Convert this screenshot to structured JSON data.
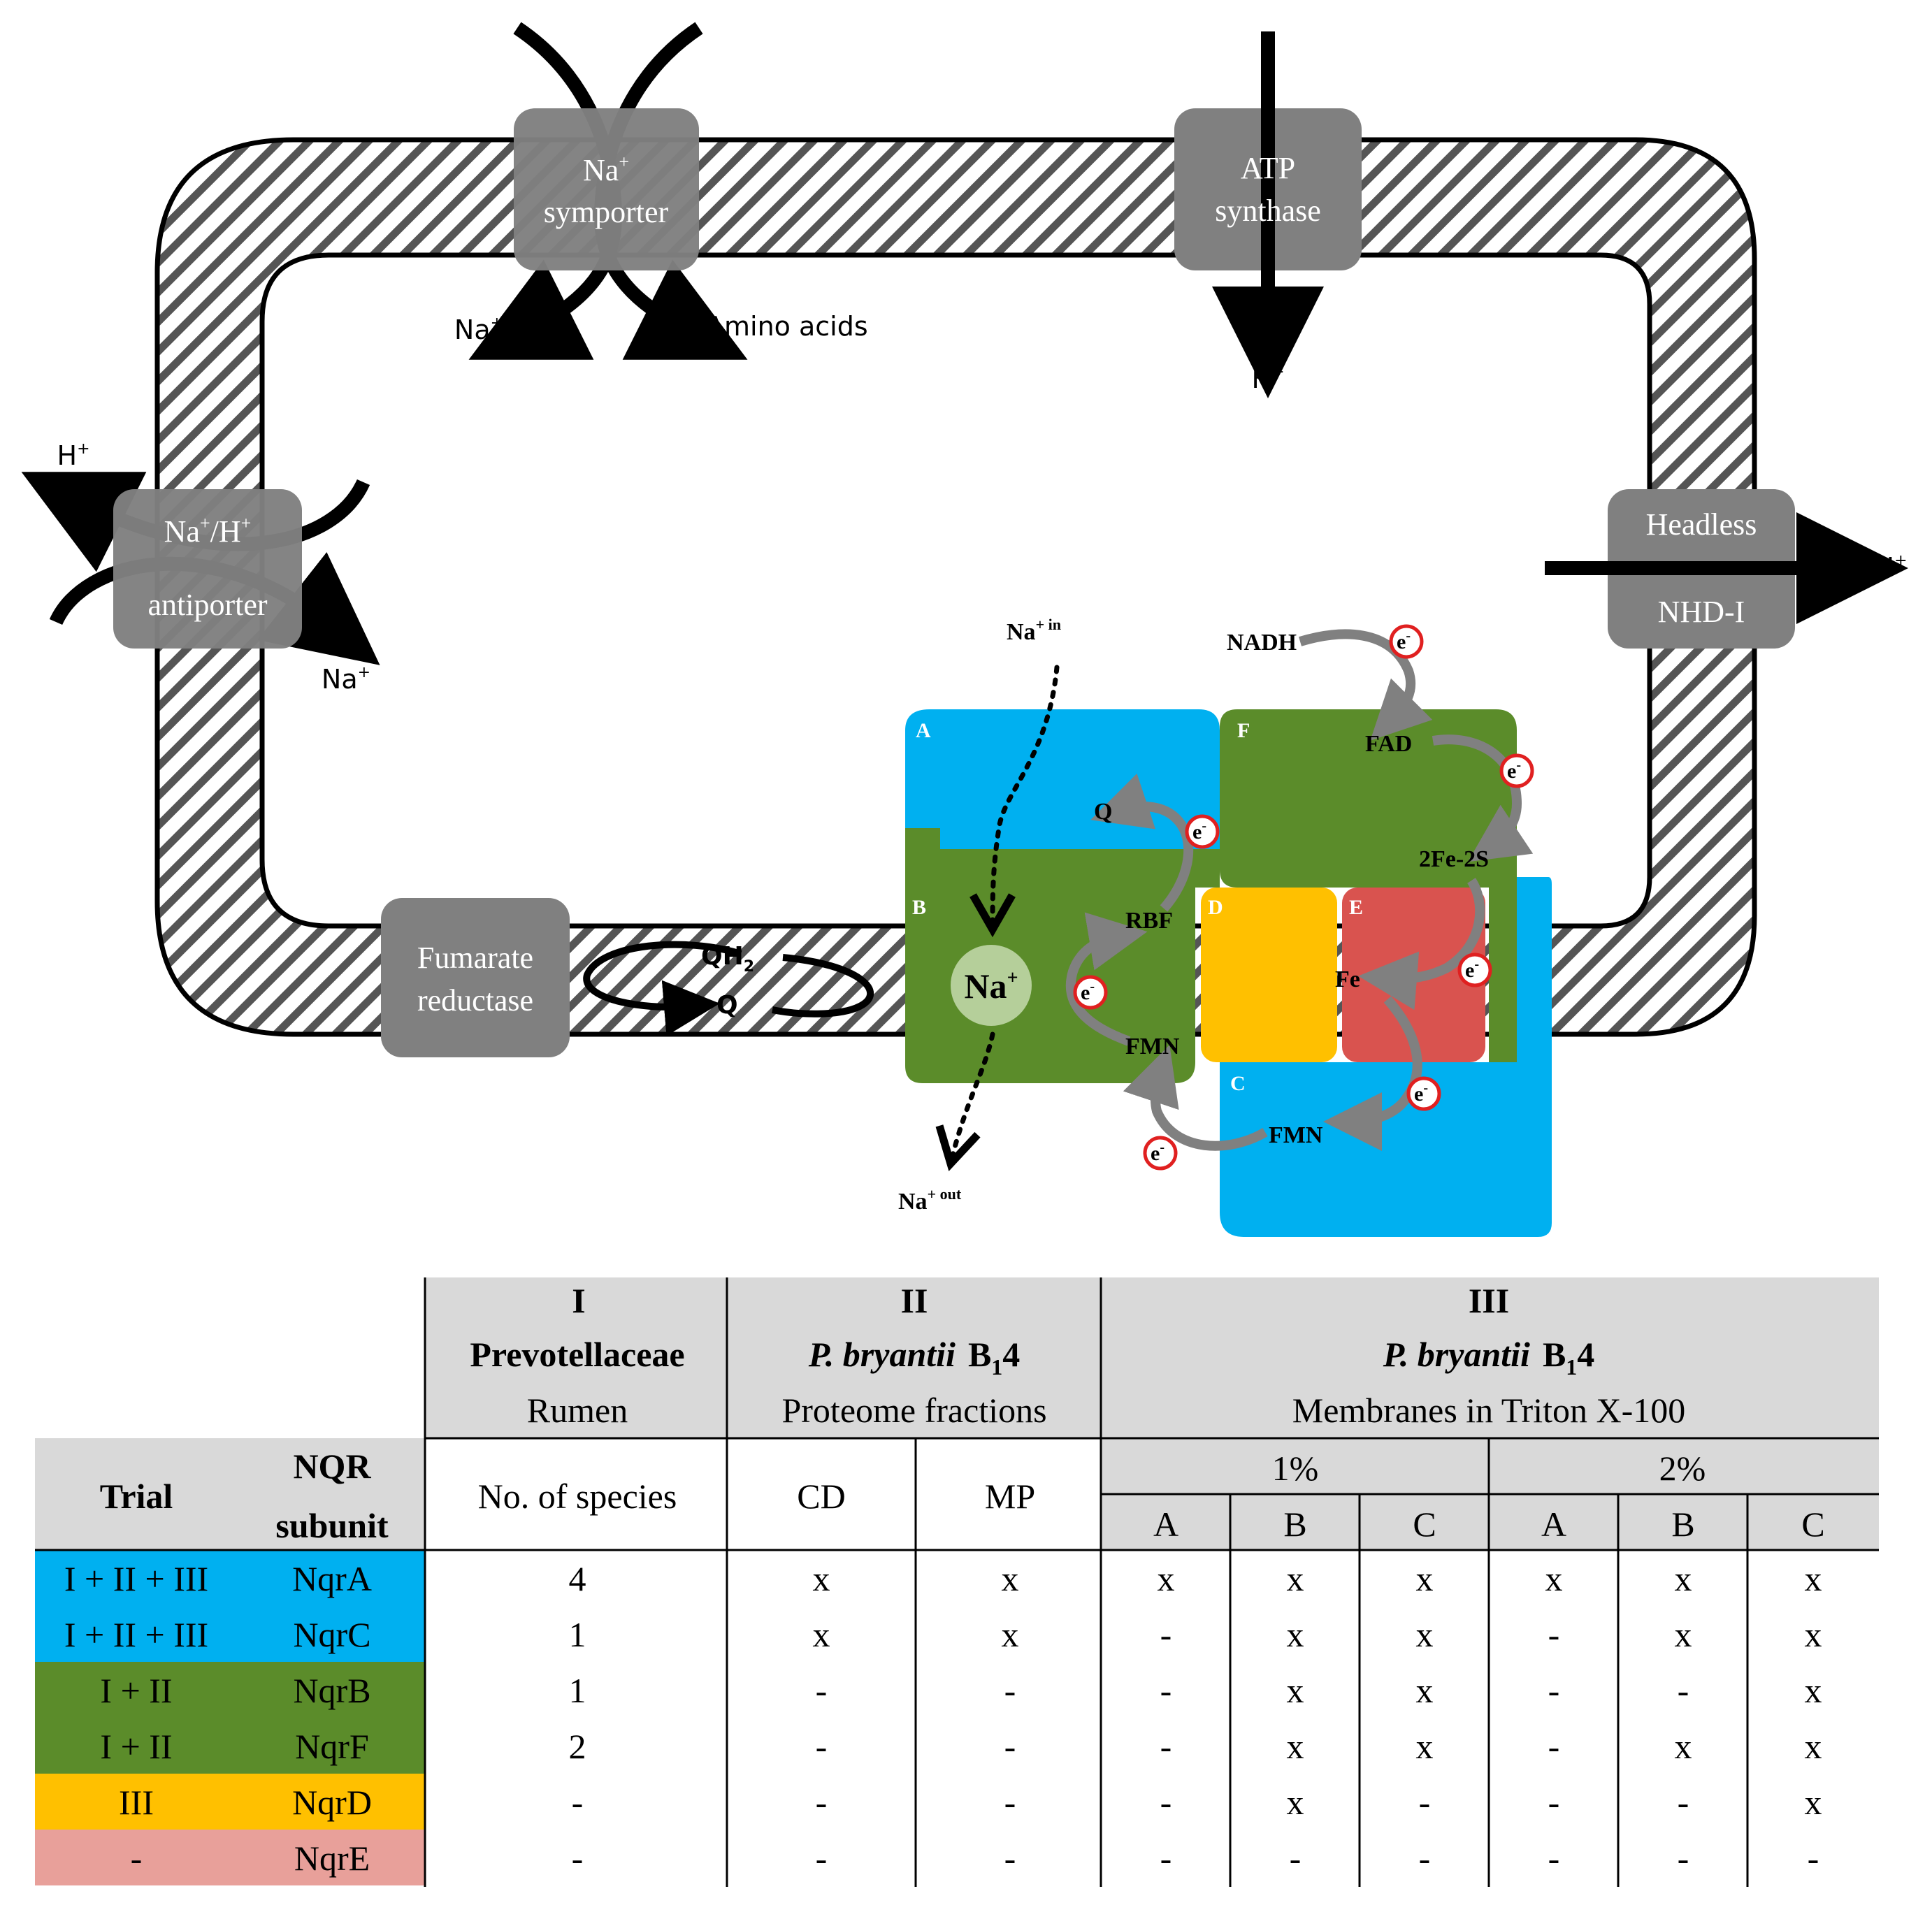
{
  "diagram": {
    "transporters": {
      "na_symporter": {
        "line1": "Na",
        "sup": "+",
        "line2": "symporter"
      },
      "atp_synthase": {
        "line1": "ATP",
        "line2": "synthase"
      },
      "antiporter": {
        "line1a": "Na",
        "sup1": "+",
        "line1b": "/H",
        "sup2": "+",
        "line2": "antiporter"
      },
      "headless": {
        "line1": "Headless",
        "line2": "NHD-I"
      },
      "fumarate": {
        "line1": "Fumarate",
        "line2": "reductase"
      }
    },
    "ion_labels": {
      "symporter_na": {
        "base": "Na",
        "sup": "+"
      },
      "amino_acids": "Amino acids",
      "atp_h": {
        "base": "H",
        "sup": "+"
      },
      "antiporter_h": {
        "base": "H",
        "sup": "+"
      },
      "antiporter_na": {
        "base": "Na",
        "sup": "+"
      },
      "headless_h": {
        "base": "H",
        "sup": "+"
      }
    },
    "quinone": {
      "qh2_base": "QH",
      "qh2_sub": "2",
      "q": "Q"
    },
    "nqr": {
      "na_in": {
        "base": "Na",
        "sup": "+ in"
      },
      "na_out": {
        "base": "Na",
        "sup": "+ out"
      },
      "na_center": {
        "base": "Na",
        "sup": "+"
      },
      "subunit_letters": [
        "A",
        "B",
        "C",
        "D",
        "E",
        "F"
      ],
      "cofactors": {
        "nadh": "NADH",
        "fad": "FAD",
        "fe2s": "2Fe-2S",
        "q": "Q",
        "rbf": "RBF",
        "fmn_b": "FMN",
        "fe": "Fe",
        "fmn_c": "FMN"
      },
      "electron": {
        "base": "e",
        "sup": "-"
      }
    },
    "colors": {
      "blue": "#00b0f0",
      "green": "#5b8c2a",
      "yellow": "#ffc000",
      "red": "#d9534f",
      "pink": "#e8a09a",
      "grey_box": "#808080",
      "table_header": "#d9d9d9",
      "na_circle": "#b5cf9a"
    }
  },
  "table": {
    "trial_header": "Trial",
    "subunit_header_line1": "NQR",
    "subunit_header_line2": "subunit",
    "groups": [
      {
        "roman": "I",
        "name": "Prevotellaceae",
        "name_sub": "",
        "name_tail": "",
        "desc": "Rumen"
      },
      {
        "roman": "II",
        "name": "P. bryantii",
        "name_sub": "1",
        "name_tail": "B",
        "name_end": "4",
        "desc": "Proteome fractions"
      },
      {
        "roman": "III",
        "name": "P. bryantii",
        "name_sub": "1",
        "name_tail": "B",
        "name_end": "4",
        "desc": "Membranes in Triton X-100"
      }
    ],
    "col_species": "No. of species",
    "col_cd": "CD",
    "col_mp": "MP",
    "pct_1": "1%",
    "pct_2": "2%",
    "fractions": [
      "A",
      "B",
      "C",
      "A",
      "B",
      "C"
    ],
    "rows": [
      {
        "trial": "I + II + III",
        "subunit": "NqrA",
        "color": "blue",
        "species": "4",
        "cd": "x",
        "mp": "x",
        "t1": [
          "x",
          "x",
          "x"
        ],
        "t2": [
          "x",
          "x",
          "x"
        ]
      },
      {
        "trial": "I + II + III",
        "subunit": "NqrC",
        "color": "blue",
        "species": "1",
        "cd": "x",
        "mp": "x",
        "t1": [
          "-",
          "x",
          "x"
        ],
        "t2": [
          "-",
          "x",
          "x"
        ]
      },
      {
        "trial": "I + II",
        "subunit": "NqrB",
        "color": "green",
        "species": "1",
        "cd": "-",
        "mp": "-",
        "t1": [
          "-",
          "x",
          "x"
        ],
        "t2": [
          "-",
          "-",
          "x"
        ]
      },
      {
        "trial": "I + II",
        "subunit": "NqrF",
        "color": "green",
        "species": "2",
        "cd": "-",
        "mp": "-",
        "t1": [
          "-",
          "x",
          "x"
        ],
        "t2": [
          "-",
          "x",
          "x"
        ]
      },
      {
        "trial": "III",
        "subunit": "NqrD",
        "color": "yellow",
        "species": "-",
        "cd": "-",
        "mp": "-",
        "t1": [
          "-",
          "x",
          "-"
        ],
        "t2": [
          "-",
          "-",
          "x"
        ]
      },
      {
        "trial": "-",
        "subunit": "NqrE",
        "color": "pink",
        "species": "-",
        "cd": "-",
        "mp": "-",
        "t1": [
          "-",
          "-",
          "-"
        ],
        "t2": [
          "-",
          "-",
          "-"
        ]
      }
    ]
  }
}
